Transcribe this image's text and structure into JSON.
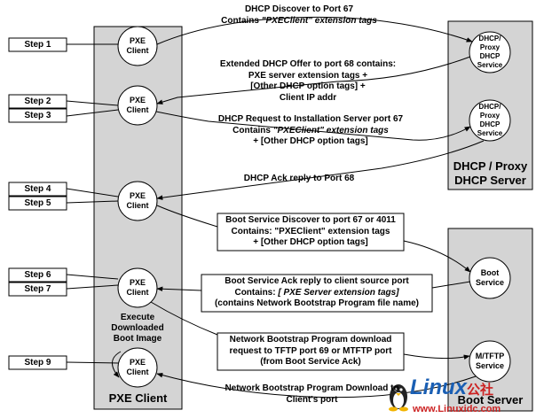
{
  "steps": [
    "Step 1",
    "Step 2",
    "Step 3",
    "Step 4",
    "Step 5",
    "Step 6",
    "Step 7",
    "Step 9"
  ],
  "nodes": {
    "pxe_client": [
      "PXE",
      "Client"
    ],
    "dhcp_proxy": [
      "DHCP/",
      "Proxy",
      "DHCP",
      "Service"
    ],
    "boot_service": [
      "Boot",
      "Service"
    ],
    "mtftp_service": [
      "M/TFTP",
      "Service"
    ]
  },
  "columns": {
    "client": "PXE Client",
    "dhcp_server": [
      "DHCP / Proxy",
      "DHCP Server"
    ],
    "boot_server": "Boot Server"
  },
  "execute_label": [
    "Execute",
    "Downloaded",
    "Boot Image"
  ],
  "messages": {
    "m1": {
      "line1": "DHCP Discover to Port 67",
      "line2a": "Contains ",
      "line2b": "\"PXEClient\" extension tags"
    },
    "m2": [
      "Extended DHCP Offer to port 68 contains:",
      "PXE server extension tags +",
      "[Other DHCP option tags] +",
      "Client IP addr"
    ],
    "m3": {
      "line1": "DHCP Request to Installation Server port 67",
      "line2a": "Contains ",
      "line2b": "\"PXEClient\" extension tags",
      "line3": "+ [Other DHCP option tags]"
    },
    "m4": "DHCP Ack reply to Port 68",
    "m5": [
      "Boot Service Discover to port 67 or 4011",
      "Contains: \"PXEClient\" extension tags",
      "+ [Other DHCP option tags]"
    ],
    "m6": {
      "line1": "Boot Service Ack reply to client source port",
      "line2a": "Contains: ",
      "line2b": "[ PXE Server extension tags]",
      "line3": "(contains Network Bootstrap Program file name)"
    },
    "m7": [
      "Network Bootstrap Program download",
      "request to TFTP port 69 or MTFTP port",
      "(from Boot Service Ack)"
    ],
    "m8": [
      "Network Bootstrap Program Download to",
      "Client's port"
    ]
  },
  "watermark": {
    "brand": "Linux",
    "cn": "公社",
    "url": "www.Linuxidc.com"
  },
  "colors": {
    "column_fill": "#d4d4d4",
    "stroke": "#000000",
    "brand_blue": "#1a5fb4",
    "brand_red": "#cc2222"
  }
}
